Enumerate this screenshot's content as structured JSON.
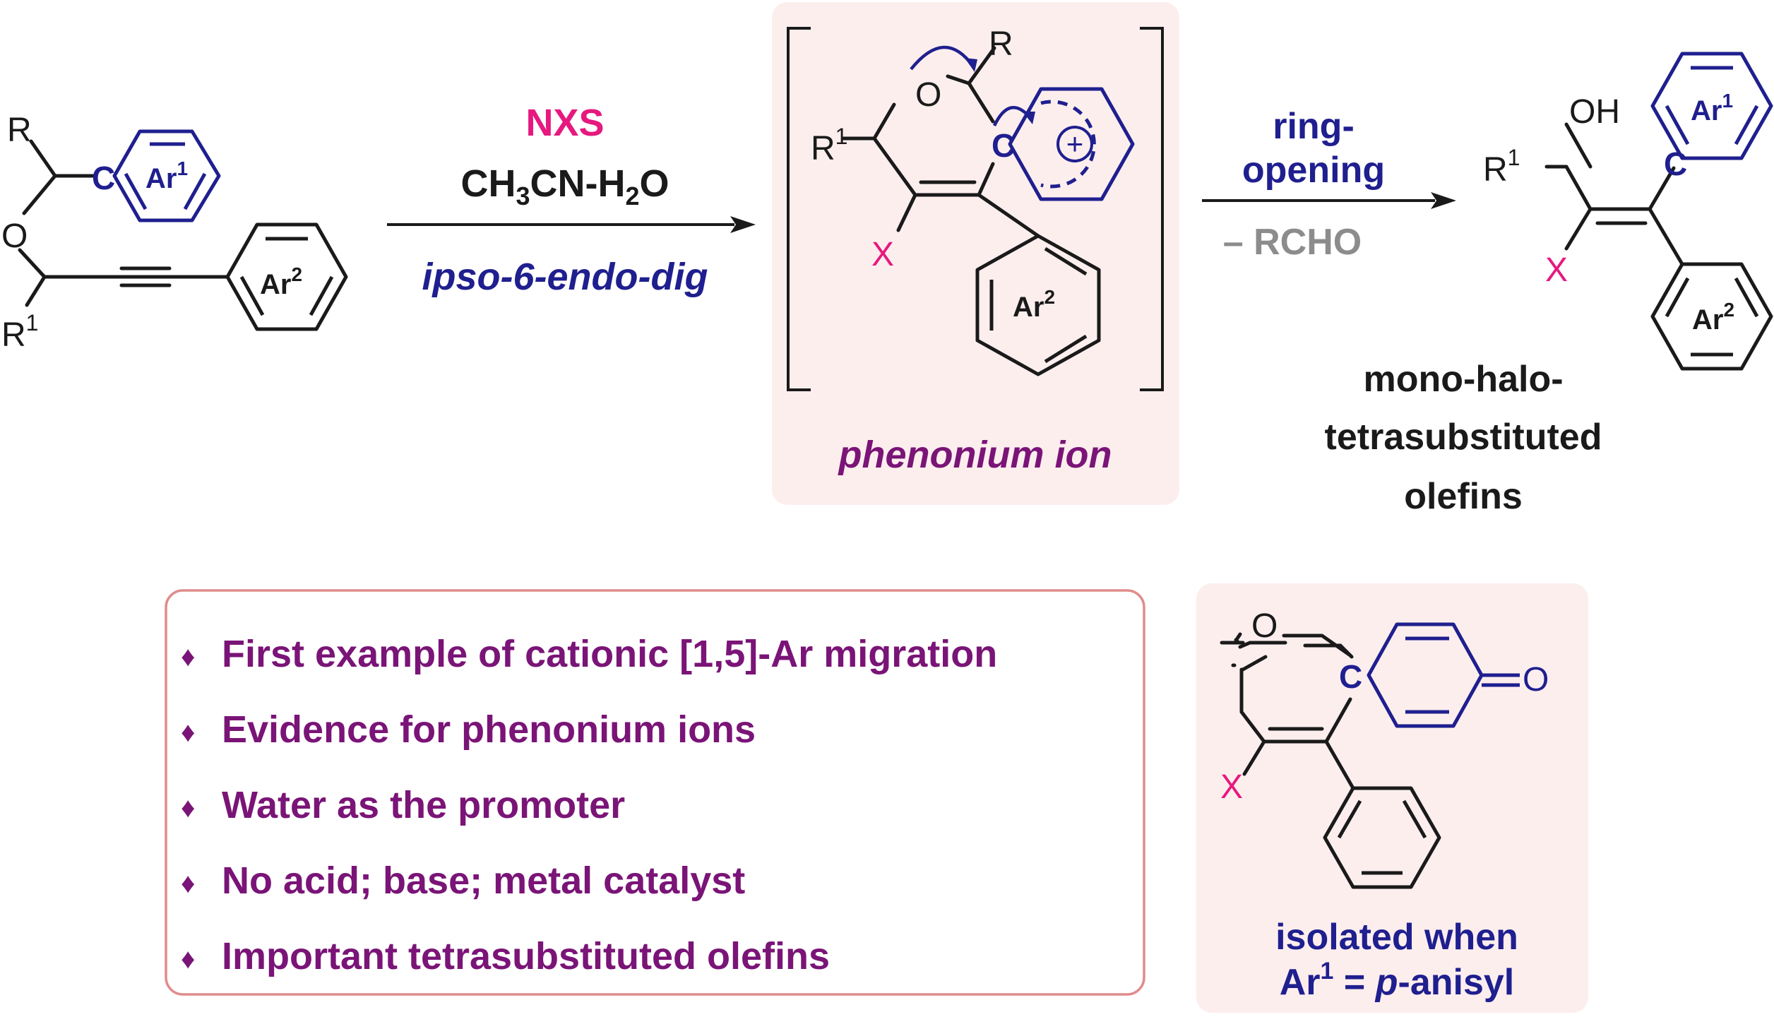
{
  "colors": {
    "black": "#1a1a1a",
    "blue": "#1f1f8f",
    "magenta": "#e6197f",
    "purple": "#7a1477",
    "gray": "#8c8c8c",
    "panel_fill": "#fdeeee",
    "panel_border": "#e08c8c"
  },
  "reactant": {
    "r": "R",
    "o": "O",
    "r1": "R",
    "r1_sup": "1",
    "c": "C",
    "ar1": "Ar",
    "ar1_sup": "1",
    "ar2": "Ar",
    "ar2_sup": "2"
  },
  "conditions": {
    "reagent": "NXS",
    "solvent_a": "CH",
    "solvent_sub3": "3",
    "solvent_b": "CN-H",
    "solvent_sub2": "2",
    "solvent_c": "O",
    "mode": "ipso-6-endo-dig"
  },
  "intermediate": {
    "o": "O",
    "r": "R",
    "r1": "R",
    "r1_sup": "1",
    "x": "X",
    "c": "C",
    "plus": "+",
    "ar2": "Ar",
    "ar2_sup": "2",
    "caption": "phenonium ion"
  },
  "step2": {
    "line1": "ring-",
    "line2": "opening",
    "byproduct": "– RCHO"
  },
  "product": {
    "oh": "OH",
    "r1": "R",
    "r1_sup": "1",
    "x": "X",
    "c": "C",
    "ar1": "Ar",
    "ar1_sup": "1",
    "ar2": "Ar",
    "ar2_sup": "2",
    "label_line1": "mono-halo-",
    "label_line2": "tetrasubstituted",
    "label_line3": "olefins"
  },
  "highlights": {
    "bullet": "♦",
    "items": [
      "First example of cationic [1,5]-Ar migration",
      "Evidence for phenonium ions",
      "Water as the promoter",
      "No acid; base; metal catalyst",
      "Important tetrasubstituted olefins"
    ]
  },
  "isolated": {
    "o_ring": "O",
    "o_ketone": "O",
    "c": "C",
    "x": "X",
    "caption_line1": "isolated when",
    "cap_ar": "Ar",
    "cap_sup": "1",
    "cap_eq": " = ",
    "cap_p": "p",
    "cap_rest": "-anisyl"
  }
}
